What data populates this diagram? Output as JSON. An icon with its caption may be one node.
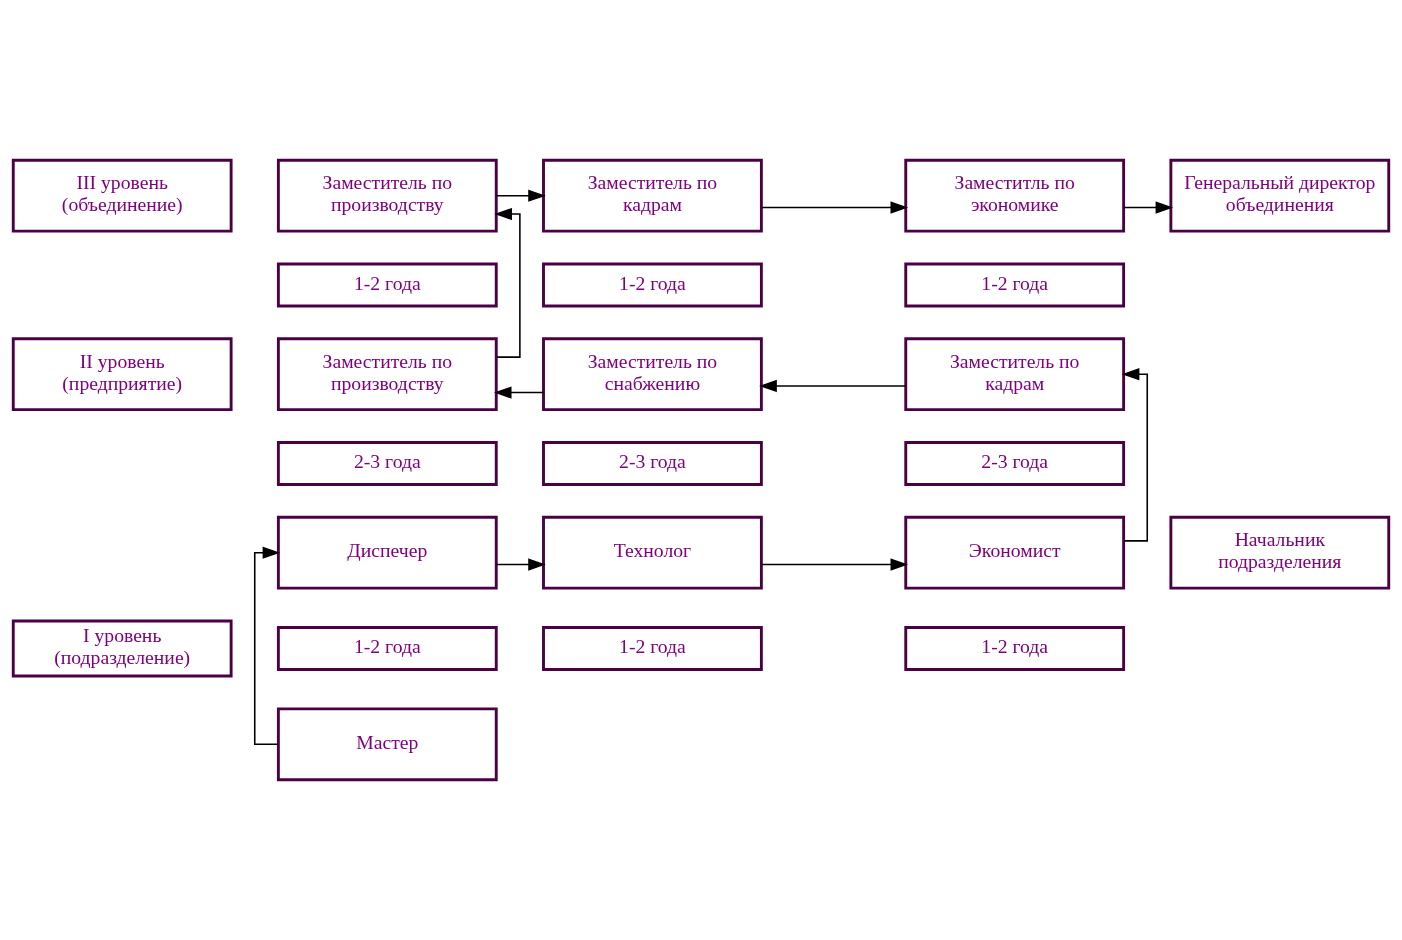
{
  "diagram": {
    "nodes": [
      {
        "text": [
          "Заместитель по производству"
        ]
      },
      {
        "text": [
          "Заместитель по кадрам"
        ]
      },
      {
        "text": [
          "Заместитль по экономике"
        ]
      },
      {
        "text": [
          "Генеральный директор объединения"
        ]
      },
      {
        "text": [
          "III уровень (объединение)"
        ]
      },
      {
        "text": [
          "1-2 года"
        ]
      },
      {
        "text": [
          "1-2 года"
        ]
      },
      {
        "text": [
          "1-2 года"
        ]
      },
      {
        "text": [
          "Заместитель по производству"
        ]
      },
      {
        "text": [
          "Заместитель по снабжению"
        ]
      },
      {
        "text": [
          "Заместитель по кадрам"
        ]
      },
      {
        "text": [
          "II уровень (предприятие)"
        ]
      },
      {
        "text": [
          "2-3 года"
        ]
      },
      {
        "text": [
          "2-3 года"
        ]
      },
      {
        "text": [
          "2-3 года"
        ]
      },
      {
        "text": [
          "Начальник подразделения"
        ]
      },
      {
        "text": [
          "Диспечер"
        ]
      },
      {
        "text": [
          "Технолог"
        ]
      },
      {
        "text": [
          "Экономист"
        ]
      },
      {
        "text": [
          "I уровень (подразделение)"
        ]
      },
      {
        "text": [
          "1-2 года"
        ]
      },
      {
        "text": [
          "1-2 года"
        ]
      },
      {
        "text": [
          "1-2 года"
        ]
      },
      {
        "text": [
          "Мастер"
        ]
      }
    ],
    "edges": [
      {
        "from": 23,
        "to": 16,
        "arrow": "to"
      },
      {
        "from": 16,
        "to": 17,
        "arrow": "to"
      },
      {
        "from": 17,
        "to": 18,
        "arrow": "to"
      },
      {
        "from": 18,
        "to": 10,
        "arrow": "to"
      },
      {
        "from": 10,
        "to": 9,
        "arrow": "to"
      },
      {
        "from": 9,
        "to": 8,
        "arrow": "to"
      },
      {
        "from": 8,
        "to": 0,
        "arrow": "to"
      },
      {
        "from": 0,
        "to": 1,
        "arrow": "to"
      },
      {
        "from": 1,
        "to": 2,
        "arrow": "to"
      },
      {
        "from": 2,
        "to": 3,
        "arrow": "to"
      }
    ]
  }
}
